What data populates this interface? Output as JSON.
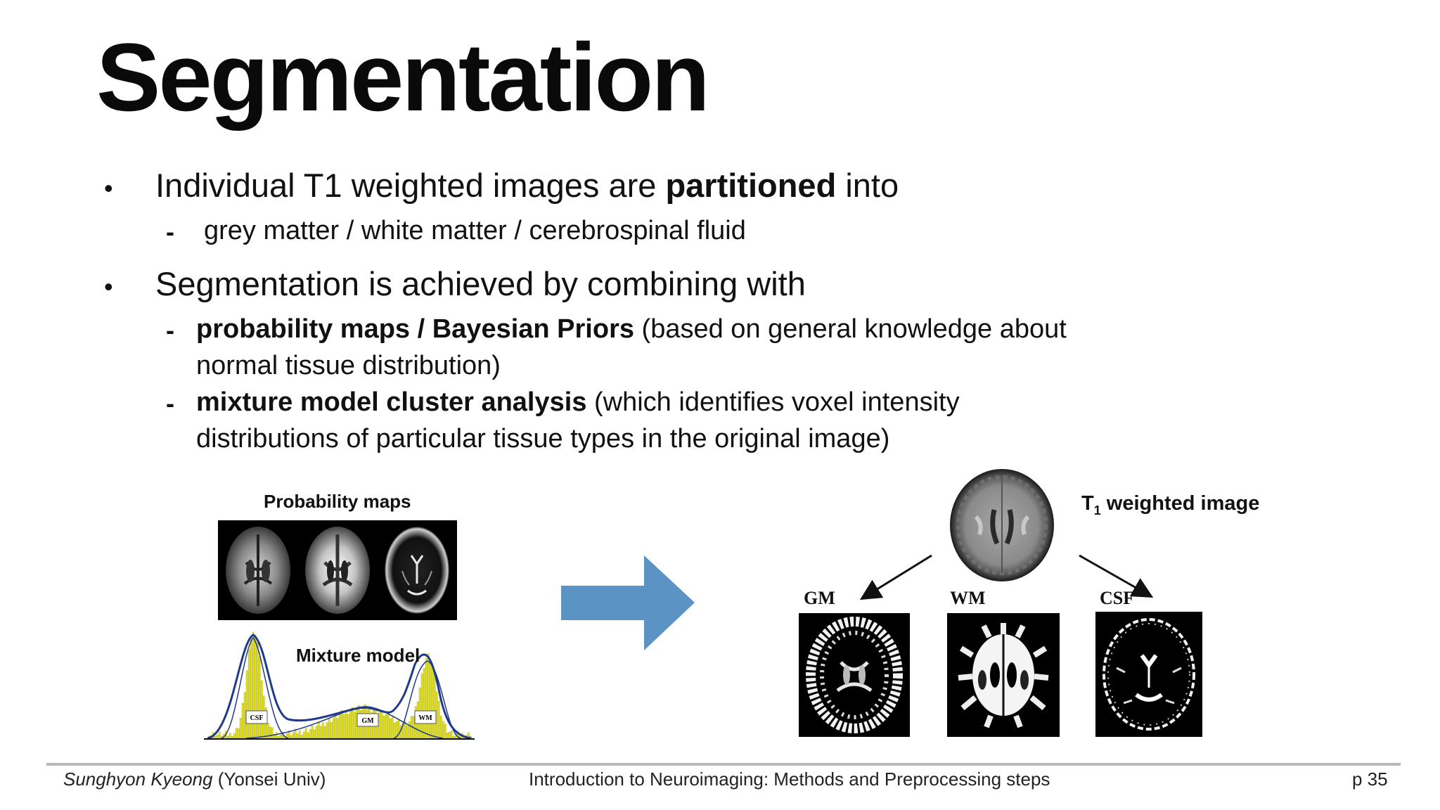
{
  "slide": {
    "title": "Segmentation",
    "bullet_symbol": "•",
    "dash_symbol": "-",
    "bullet1": {
      "pre": "Individual T1 weighted images are ",
      "bold": "partitioned",
      "post": " into"
    },
    "sub1": "grey matter / white matter / cerebrospinal fluid",
    "bullet2": "Segmentation is achieved by combining with",
    "sub2": {
      "bold": "probability maps / Bayesian Priors",
      "rest": " (based on general knowledge about normal tissue distribution)"
    },
    "sub3": {
      "bold": "mixture model cluster analysis",
      "rest": " (which identifies voxel intensity distributions of particular tissue types in the original image)"
    }
  },
  "figure_left": {
    "prob_title": "Probability maps",
    "mixture_title": "Mixture model",
    "hist_labels": {
      "csf": "CSF",
      "gm": "GM",
      "wm": "WM"
    }
  },
  "figure_right": {
    "t1_main": "T",
    "t1_sub": "1",
    "t1_rest": " weighted image",
    "gm": "GM",
    "wm": "WM",
    "csf": "CSF"
  },
  "colors": {
    "arrow": "#5b93c5",
    "histogram_bar": "#e3e21a",
    "curve": "#1f3a8a"
  },
  "footer": {
    "author": "Sunghyon Kyeong",
    "affiliation": " (Yonsei Univ)",
    "course": "Introduction to Neuroimaging: Methods and Preprocessing steps",
    "page": "p 35"
  }
}
